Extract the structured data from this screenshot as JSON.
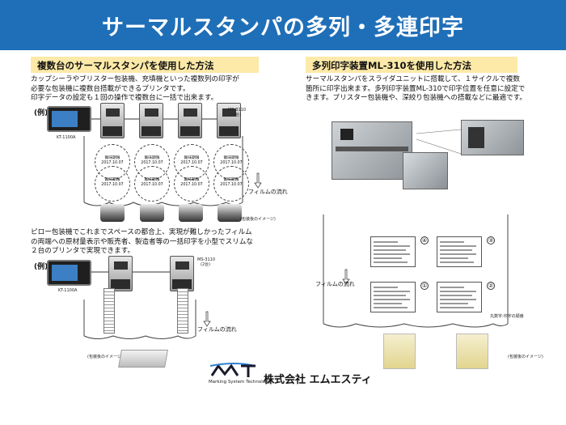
{
  "header": {
    "title": "サーマルスタンパの多列・多連印字"
  },
  "left": {
    "title": "複数台のサーマルスタンパを使用した方法",
    "para1": [
      "カップシーラやブリスター包装機、充填機といった複数列の印字が",
      "必要な包装機に複数台搭載ができるプリンタです。",
      "印字データの設定も１回の操作で複数台に一括で出来ます。"
    ],
    "example": "(例)",
    "kt1": "KT-1100A",
    "ms": "MS-3110",
    "ms4": "(4台)",
    "stamp": {
      "line1": "賞味期限",
      "line2": "2017.10.07"
    },
    "film_flow": "フィルムの流れ",
    "package_image": "(包装後のイメージ)",
    "para2": [
      "ピロー包装機でこれまでスペースの都合上、実現が難しかったフィルム",
      "の両端への原材量表示や販売者、製造者等の一括印字を小型でスリムな",
      "２台のプリンタで実現できます。"
    ],
    "example2": "(例)",
    "kt2": "KT-1100A",
    "ms2": "MS-3110",
    "ms2n": "(2台)",
    "film_flow2": "フィルムの流れ",
    "package_image2": "(包装後のイメージ)"
  },
  "right": {
    "title": "多列印字装置ML-310を使用した方法",
    "para": [
      "サーマルスタンパをスライダユニットに搭載して、１サイクルで複数",
      "箇所に印字出来ます。多列印字装置ML-310で印字位置を任意に設定で",
      "きます。ブリスター包装機や、深絞り包装機への搭載などに最適です。"
    ],
    "film_flow": "フィルムの流れ",
    "nums": [
      "④",
      "③",
      "①",
      "②"
    ],
    "print_order": "丸数字:印字の順番",
    "package_image": "(包装後のイメージ)"
  },
  "footer": {
    "logo_text": "Marking System Technology",
    "company": "株式会社 エムエスティ"
  },
  "colors": {
    "header": "#1f6fb8",
    "title_bg": "#fde9a8"
  }
}
